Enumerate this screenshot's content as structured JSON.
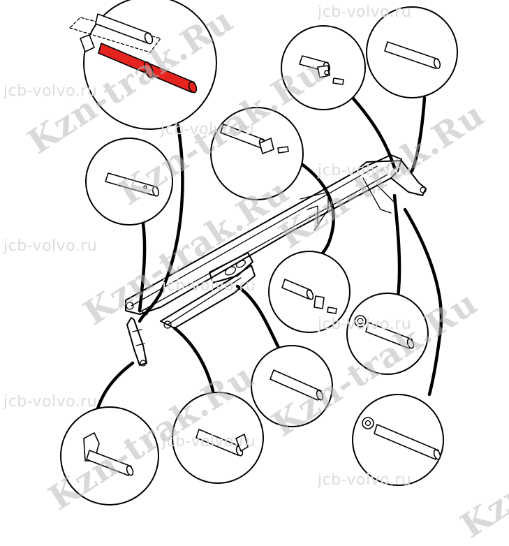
{
  "watermarks": {
    "site_small": "jcb-volvo.ru",
    "site_large": "Kzn-trak.Ru",
    "site_large_partial": "Kzn"
  },
  "diagram": {
    "highlight_color": "#e52420"
  }
}
